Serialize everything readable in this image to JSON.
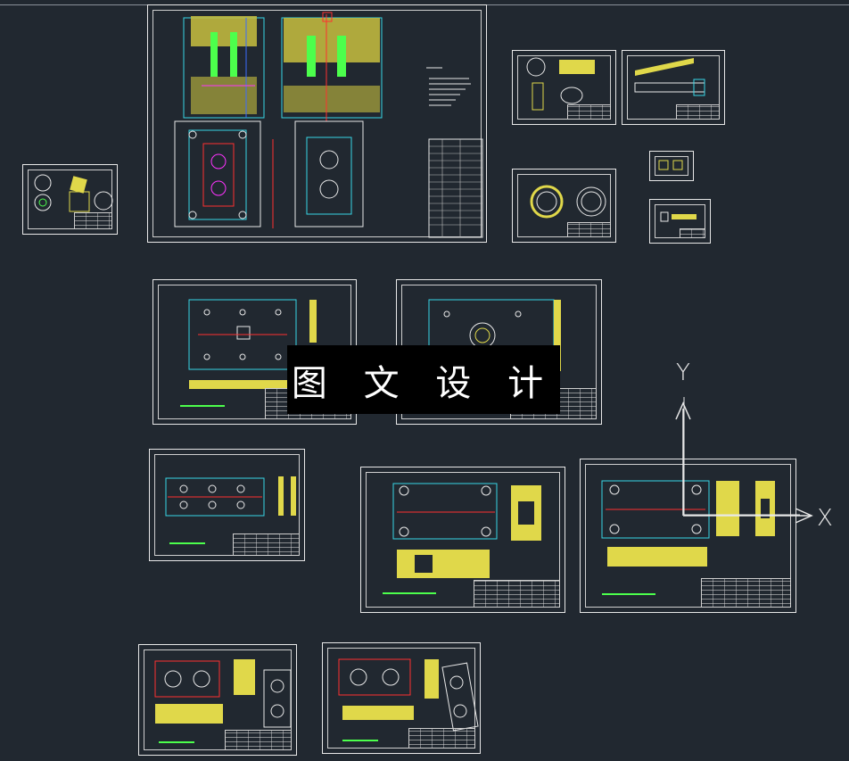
{
  "watermark": {
    "text": "图 文 设 计"
  },
  "ucs": {
    "x_label": "X",
    "y_label": "Y"
  },
  "colors": {
    "background": "#212830",
    "frame": "#e8e8e8",
    "hatch": "#e0d84a",
    "cyan": "#38d6e6",
    "green": "#4cff4c",
    "red": "#ff3030",
    "magenta": "#ff33ff",
    "blue": "#3a6bff"
  },
  "sheets": [
    {
      "id": "main-assembly",
      "type": "assembly"
    },
    {
      "id": "part-small-left"
    },
    {
      "id": "part-top-right-1"
    },
    {
      "id": "part-top-right-2"
    },
    {
      "id": "part-ring"
    },
    {
      "id": "part-mini-1"
    },
    {
      "id": "part-mini-2"
    },
    {
      "id": "plate-1"
    },
    {
      "id": "plate-2"
    },
    {
      "id": "plate-3"
    },
    {
      "id": "plate-4"
    },
    {
      "id": "plate-5"
    },
    {
      "id": "plate-6"
    },
    {
      "id": "plate-7"
    }
  ]
}
